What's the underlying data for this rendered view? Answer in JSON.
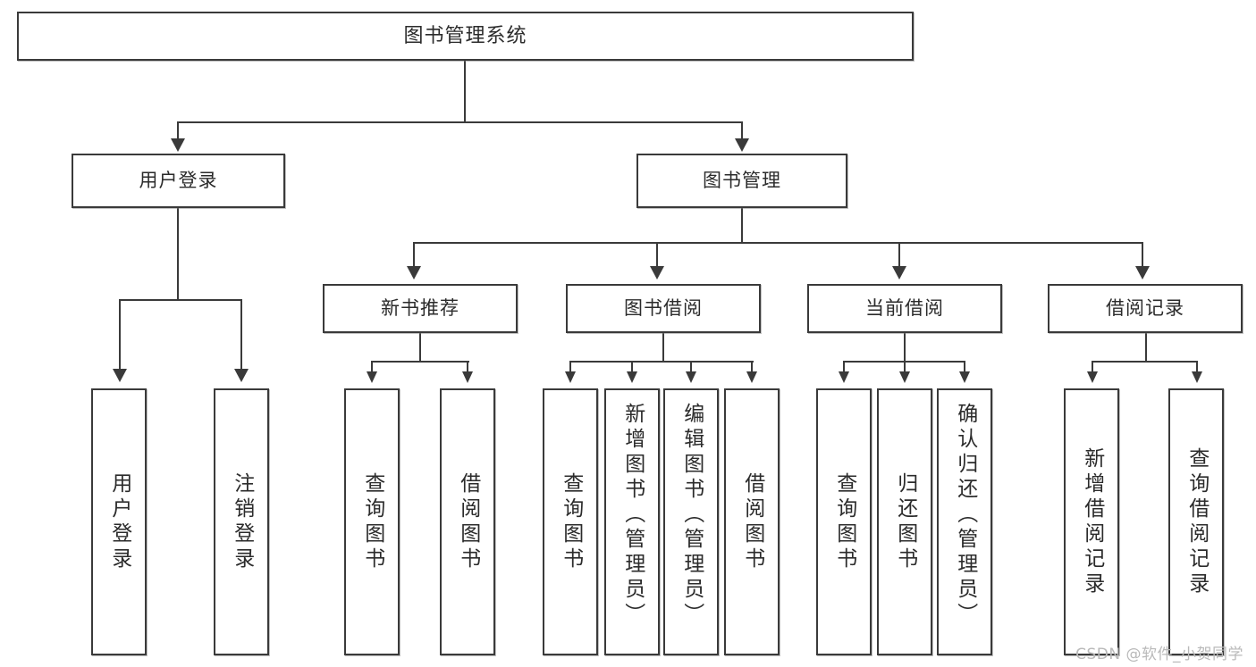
{
  "diagram": {
    "title": "图书管理系统",
    "watermark": "CSDN @软件_小贺同学",
    "accent_color": "#3a3a3a",
    "background_color": "#ffffff",
    "text_color": "#2b2b2b",
    "watermark_color": "#b9b9b9"
  },
  "root": {
    "label": "图书管理系统"
  },
  "level1": [
    {
      "label": "用户登录"
    },
    {
      "label": "图书管理"
    }
  ],
  "level2": [
    {
      "label": "新书推荐"
    },
    {
      "label": "图书借阅"
    },
    {
      "label": "当前借阅"
    },
    {
      "label": "借阅记录"
    }
  ],
  "leaves": {
    "user_login": [
      {
        "label": "用户登录"
      },
      {
        "label": "注销登录"
      }
    ],
    "new_book_recommend": [
      {
        "label": "查询图书"
      },
      {
        "label": "借阅图书"
      }
    ],
    "book_borrow": [
      {
        "label": "查询图书"
      },
      {
        "label": "新增图书（管理员）"
      },
      {
        "label": "编辑图书（管理员）"
      },
      {
        "label": "借阅图书"
      }
    ],
    "current_borrow": [
      {
        "label": "查询图书"
      },
      {
        "label": "归还图书"
      },
      {
        "label": "确认归还（管理员）"
      }
    ],
    "borrow_record": [
      {
        "label": "新增借阅记录"
      },
      {
        "label": "查询借阅记录"
      }
    ]
  }
}
